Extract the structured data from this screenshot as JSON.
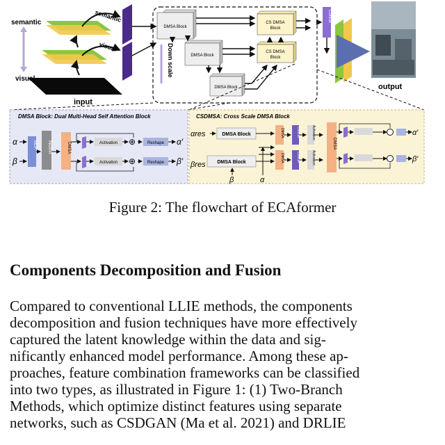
{
  "figure": {
    "labels": {
      "semantic_left": "semantic",
      "visual_left": "visual",
      "semantic_arrow": "semantic",
      "visual_arrow": "visual",
      "input": "input",
      "output": "output",
      "down_scale": "Down scale",
      "concat": "Concat"
    },
    "blocks": {
      "dmsa_top": "DMSA Block",
      "dmsa_mid": "DMSA Block",
      "dmsa_bottom": "DMSA Block",
      "cs_dmsa_top_1": "CS DMSA",
      "cs_dmsa_top_2": "Block",
      "cs_dmsa_mid_1": "CS DMSA",
      "cs_dmsa_mid_2": "Block"
    },
    "dmsa_detail": {
      "title": "DMSA Block: Dual Multi-Head Self Attention Block",
      "alpha": "α",
      "beta": "β",
      "mlp": "MLP",
      "norm": "Norm",
      "dmsa": "DMSA",
      "activation_1": "Activation",
      "activation_2": "Activation",
      "plus": "⊕",
      "reshape_1": "Reshape",
      "reshape_2": "Reshape",
      "alpha_out": "α′",
      "beta_out": "β′"
    },
    "csdmsa_detail": {
      "title": "CSDMSA: Cross Scale DMSA Block",
      "alpha_res": "αres",
      "beta_res": "βres",
      "dmsa_block_1": "DMSA Block",
      "dmsa_block_2": "DMSA Block",
      "beta_in": "β",
      "alpha_in": "α",
      "dmsa_1": "DMSA",
      "dmsa_2": "DMSA",
      "concat_1": "Concat",
      "concat_2": "Concat",
      "activation_1": "Activation",
      "activation_2": "Activation",
      "dmsa_big": "DMSA",
      "alpha_out": "α′",
      "beta_out": "β′"
    }
  },
  "caption": "Figure 2: The flowchart of ECAformer",
  "section_heading": "Components Decomposition and Fusion",
  "body_lines": [
    "Compared to conventional LLIE methods, the components",
    "decomposition and fusion techniques have more effectively",
    "captured the latent knowledge within the data and sig-",
    "nificantly enhanced model performance. Among these ap-",
    "proaches, feature combination frameworks can be classified",
    "into two types, as illustrated in Figure 1: (1) Two-Branch",
    "Methods, which optimize distinct features using separate",
    "networks, such as CSDGAN (Ma et al. 2021) and DRLIE"
  ],
  "colors": {
    "green_layer": "#8dc63f",
    "yellow_layer": "#f2c84b",
    "purple_feature": "#4b2a8a",
    "dmsa_panel": "#e6e8f6",
    "csdmsa_panel": "#fbf3d6",
    "mlp_blue": "#7b8fd4",
    "norm_gray": "#8c8c8c",
    "dmsa_orange": "#f4b183",
    "arrow_blue": "#5b6fae"
  }
}
